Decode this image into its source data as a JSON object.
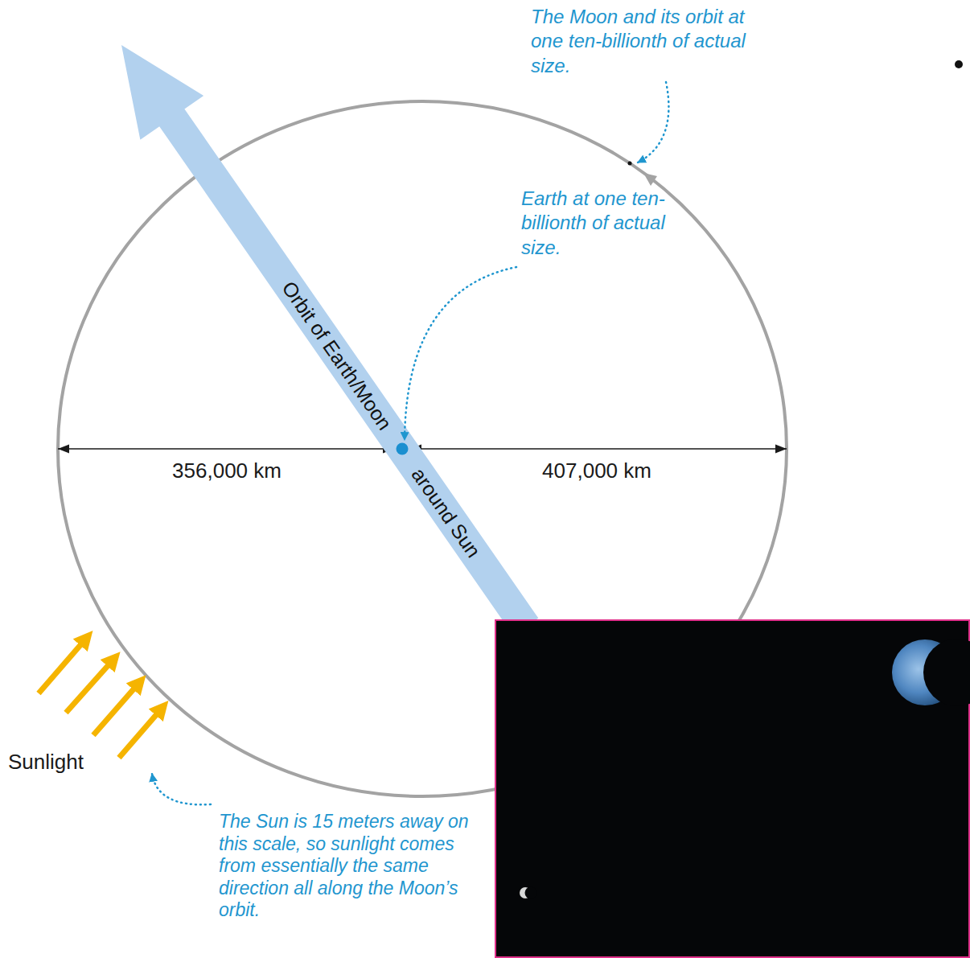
{
  "diagram": {
    "nodes": [
      {
        "text": [
          "Orbit of Earth/Moon",
          "around Sun"
        ]
      }
    ],
    "labels": [
      "The Moon and its orbit at one ten-billionth of actual size.",
      "Earth at one ten-billionth of actual size.",
      "356,000 km",
      "407,000 km",
      "Sunlight",
      "The Sun is 15 meters away on this scale, so sunlight comes from essentially the same direction all along the Moon’s orbit."
    ]
  }
}
